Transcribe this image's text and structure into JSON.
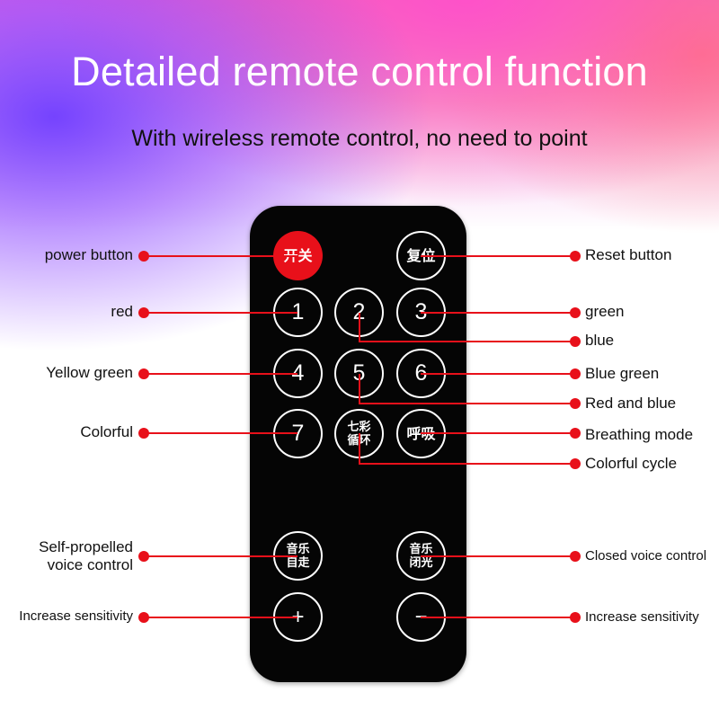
{
  "header": {
    "title": "Detailed remote control function",
    "subtitle": "With wireless remote control, no need to point"
  },
  "colors": {
    "line": "#e8101a",
    "dot": "#e8101a",
    "remote_body": "#050505",
    "power_button": "#e8101a"
  },
  "remote": {
    "buttons": {
      "power": "开关",
      "reset": "复位",
      "b1": "1",
      "b2": "2",
      "b3": "3",
      "b4": "4",
      "b5": "5",
      "b6": "6",
      "b7": "7",
      "cycle": "七彩\n循环",
      "breath": "呼吸",
      "music_self": "音乐\n自走",
      "music_off": "音乐\n闭光",
      "plus": "+",
      "minus": "−"
    }
  },
  "labels": {
    "power": "power button",
    "reset": "Reset button",
    "red": "red",
    "green": "green",
    "blue": "blue",
    "yellow_green": "Yellow green",
    "blue_green": "Blue green",
    "red_blue": "Red and blue",
    "colorful": "Colorful",
    "breathing": "Breathing mode",
    "colorful_cycle": "Colorful cycle",
    "self_propelled": "Self-propelled\nvoice control",
    "closed_voice": "Closed voice control",
    "increase_left": "Increase sensitivity",
    "increase_right": "Increase sensitivity"
  }
}
